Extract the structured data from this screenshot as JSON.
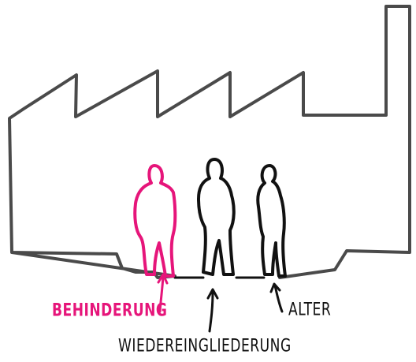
{
  "labels": {
    "behinderung": "BEHINDERUNG",
    "wiedereingliederung": "WIEDEREINGLIEDERUNG",
    "alter": "ALTER"
  },
  "colors": {
    "highlight": "#e6157a",
    "ink": "#111111",
    "factory": "#4a4a4a"
  }
}
